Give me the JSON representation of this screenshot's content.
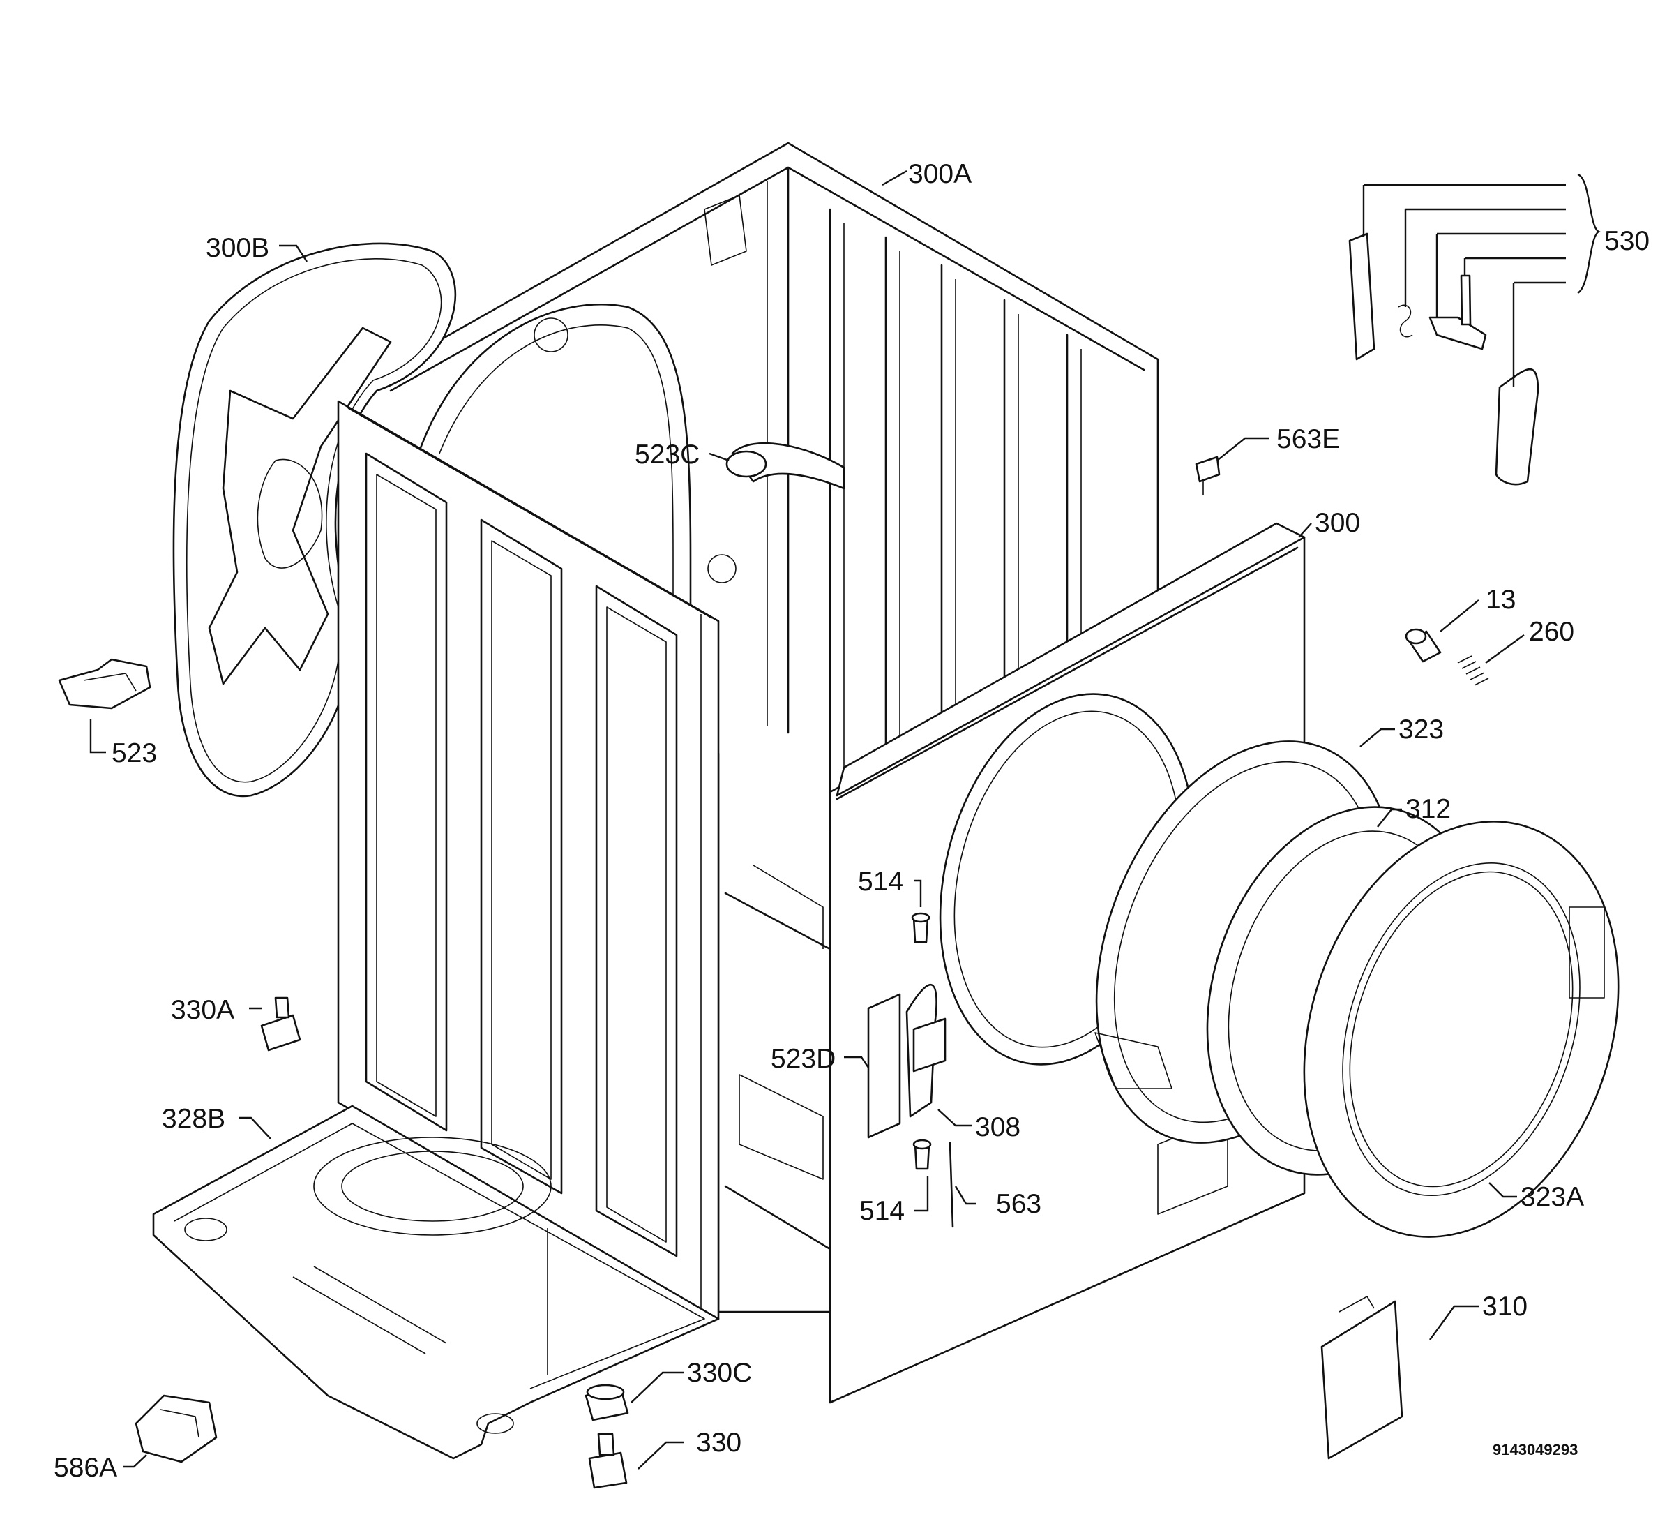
{
  "diagram": {
    "document_number": "9143049293",
    "parts": [
      {
        "key": "p300A",
        "label": "300A"
      },
      {
        "key": "p300B",
        "label": "300B"
      },
      {
        "key": "p530",
        "label": "530"
      },
      {
        "key": "p523C",
        "label": "523C"
      },
      {
        "key": "p563E",
        "label": "563E"
      },
      {
        "key": "p300",
        "label": "300"
      },
      {
        "key": "p13",
        "label": "13"
      },
      {
        "key": "p260",
        "label": "260"
      },
      {
        "key": "p523",
        "label": "523"
      },
      {
        "key": "p323",
        "label": "323"
      },
      {
        "key": "p312",
        "label": "312"
      },
      {
        "key": "p514a",
        "label": "514"
      },
      {
        "key": "p330A",
        "label": "330A"
      },
      {
        "key": "p523D",
        "label": "523D"
      },
      {
        "key": "p308",
        "label": "308"
      },
      {
        "key": "p328B",
        "label": "328B"
      },
      {
        "key": "p514b",
        "label": "514"
      },
      {
        "key": "p563",
        "label": "563"
      },
      {
        "key": "p323A",
        "label": "323A"
      },
      {
        "key": "p310",
        "label": "310"
      },
      {
        "key": "p330C",
        "label": "330C"
      },
      {
        "key": "p330",
        "label": "330"
      },
      {
        "key": "p586A",
        "label": "586A"
      }
    ]
  }
}
